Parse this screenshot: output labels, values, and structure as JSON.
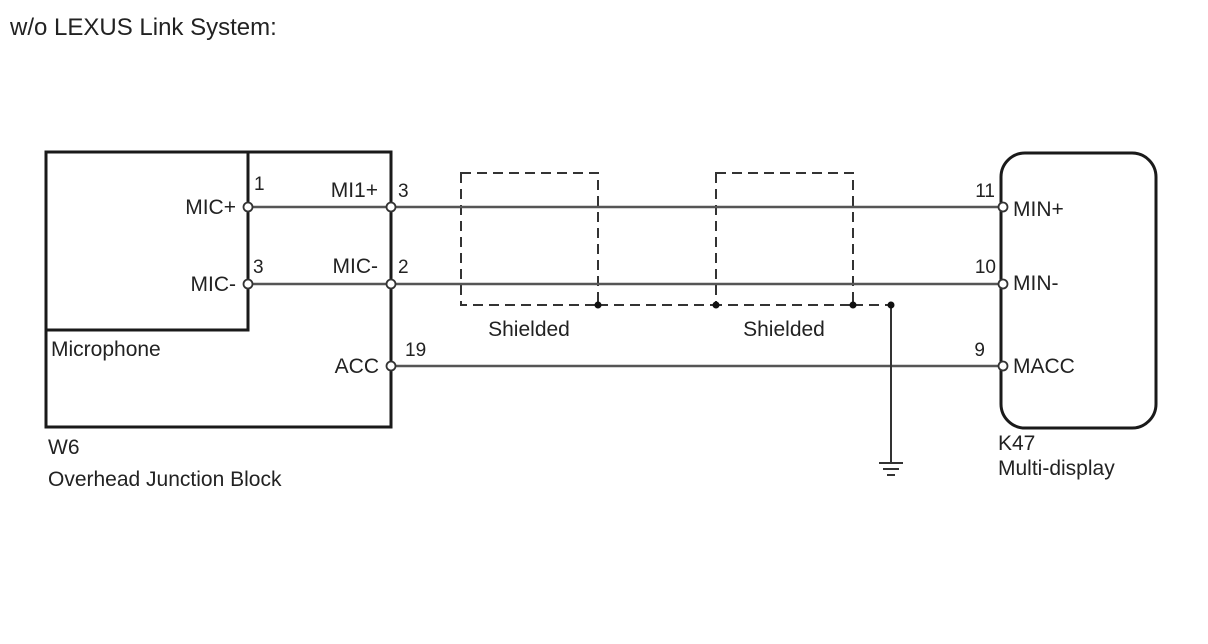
{
  "title": "w/o LEXUS Link System:",
  "microphone": {
    "label": "Microphone",
    "pins": [
      {
        "name": "MIC+",
        "num": "1"
      },
      {
        "name": "MIC-",
        "num": "3"
      }
    ]
  },
  "junction_block": {
    "code": "W6",
    "name": "Overhead Junction Block",
    "pins": [
      {
        "name": "MI1+",
        "num": "3"
      },
      {
        "name": "MIC-",
        "num": "2"
      },
      {
        "name": "ACC",
        "num": "19"
      }
    ]
  },
  "multi_display": {
    "code": "K47",
    "name": "Multi-display",
    "pins": [
      {
        "name": "MIN+",
        "num": "11"
      },
      {
        "name": "MIN-",
        "num": "10"
      },
      {
        "name": "MACC",
        "num": "9"
      }
    ]
  },
  "shields": [
    {
      "label": "Shielded"
    },
    {
      "label": "Shielded"
    }
  ]
}
